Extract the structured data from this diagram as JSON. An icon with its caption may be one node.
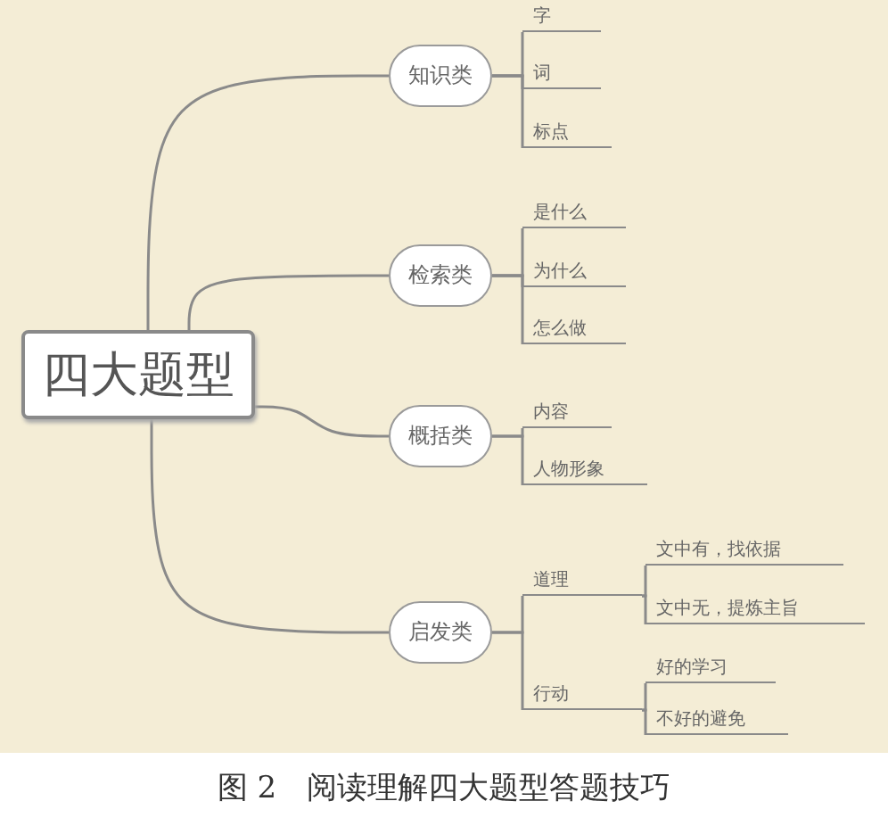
{
  "diagram": {
    "caption": "图 2　阅读理解四大题型答题技巧",
    "nodes": [
      {
        "text": [
          "四大题型"
        ]
      },
      {
        "text": [
          "知识类"
        ]
      },
      {
        "text": [
          "字"
        ]
      },
      {
        "text": [
          "词"
        ]
      },
      {
        "text": [
          "标点"
        ]
      },
      {
        "text": [
          "检索类"
        ]
      },
      {
        "text": [
          "是什么"
        ]
      },
      {
        "text": [
          "为什么"
        ]
      },
      {
        "text": [
          "怎么做"
        ]
      },
      {
        "text": [
          "概括类"
        ]
      },
      {
        "text": [
          "内容"
        ]
      },
      {
        "text": [
          "人物形象"
        ]
      },
      {
        "text": [
          "启发类"
        ]
      },
      {
        "text": [
          "道理"
        ]
      },
      {
        "text": [
          "文中有，找依据"
        ]
      },
      {
        "text": [
          "文中无，提炼主旨"
        ]
      },
      {
        "text": [
          "行动"
        ]
      },
      {
        "text": [
          "好的学习"
        ]
      },
      {
        "text": [
          "不好的避免"
        ]
      }
    ],
    "edges": [
      {
        "from": 0,
        "to": 1,
        "arrow": "none"
      },
      {
        "from": 0,
        "to": 5,
        "arrow": "none"
      },
      {
        "from": 0,
        "to": 9,
        "arrow": "none"
      },
      {
        "from": 0,
        "to": 12,
        "arrow": "none"
      },
      {
        "from": 1,
        "to": 2,
        "arrow": "none"
      },
      {
        "from": 1,
        "to": 3,
        "arrow": "none"
      },
      {
        "from": 1,
        "to": 4,
        "arrow": "none"
      },
      {
        "from": 5,
        "to": 6,
        "arrow": "none"
      },
      {
        "from": 5,
        "to": 7,
        "arrow": "none"
      },
      {
        "from": 5,
        "to": 8,
        "arrow": "none"
      },
      {
        "from": 9,
        "to": 10,
        "arrow": "none"
      },
      {
        "from": 9,
        "to": 11,
        "arrow": "none"
      },
      {
        "from": 12,
        "to": 13,
        "arrow": "none"
      },
      {
        "from": 12,
        "to": 16,
        "arrow": "none"
      },
      {
        "from": 13,
        "to": 14,
        "arrow": "none"
      },
      {
        "from": 13,
        "to": 15,
        "arrow": "none"
      },
      {
        "from": 16,
        "to": 17,
        "arrow": "none"
      },
      {
        "from": 16,
        "to": 18,
        "arrow": "none"
      }
    ]
  }
}
